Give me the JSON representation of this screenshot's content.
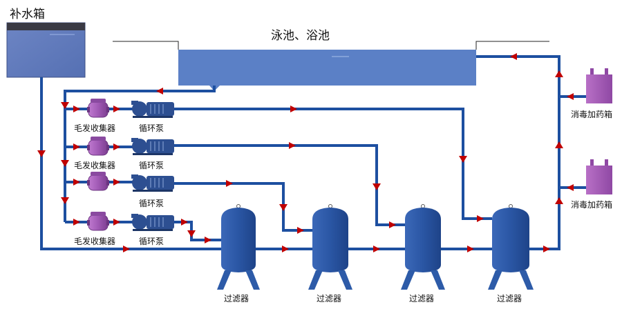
{
  "diagram": {
    "makeup_tank_label": "补水箱",
    "pool_label": "泳池、浴池",
    "hair_collector_label": "毛发收集器",
    "pump_label": "循环泵",
    "filter_label": "过滤器",
    "disinfectant_label": "消毒加药箱"
  },
  "colors": {
    "pipe": "#1d4fa0",
    "arrow": "#c00000",
    "water": "#5b80c6",
    "filter": "#2d5ba8",
    "pump": "#2d4f91",
    "collector": "#a05ab0",
    "dosing": "#a95ab8"
  },
  "icons": [
    "makeup-tank",
    "pool",
    "hair-collector",
    "circulation-pump",
    "filter-vessel",
    "dosing-tank",
    "flow-arrow"
  ]
}
